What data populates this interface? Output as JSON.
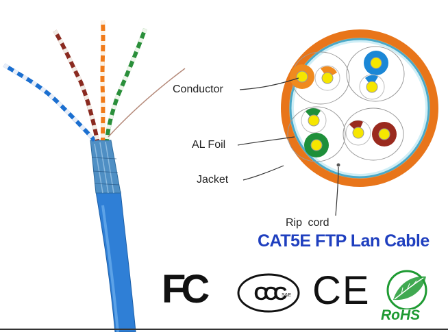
{
  "diagram": {
    "labels": {
      "conductor": "Conductor",
      "al_foil": "AL Foil",
      "jacket": "Jacket",
      "rip_cord": "Rip cord"
    },
    "title": "CAT5E  FTP Lan Cable"
  },
  "certifications": {
    "fc": "FC",
    "ccc": "CCC",
    "ccc_sub": "S&E",
    "ce": "CE",
    "rohs": "RoHS"
  },
  "colors": {
    "cable_blue": "#2f7fd6",
    "jacket_orange": "#e8751a",
    "pair_orange": "#f08a1e",
    "pair_blue": "#1b87d6",
    "pair_green": "#1e8f3a",
    "pair_brown": "#9a2a1e",
    "conductor_yellow": "#f6e600",
    "title_blue": "#1f3fbf",
    "rohs_green": "#1e9a32"
  }
}
